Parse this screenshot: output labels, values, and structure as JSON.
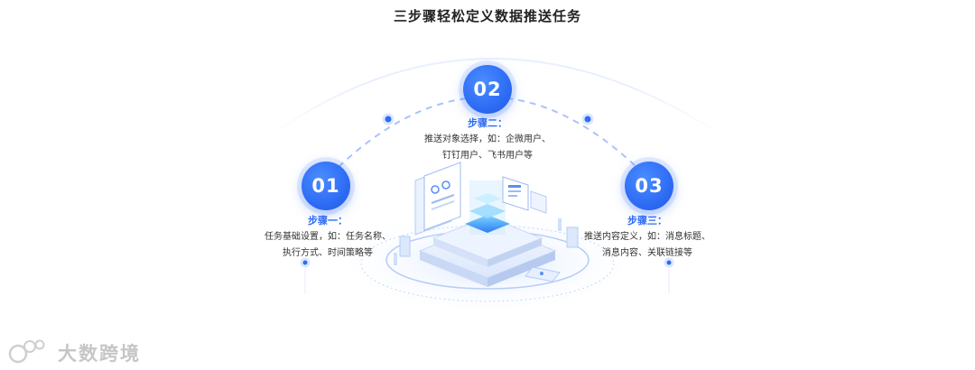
{
  "title": "三步骤轻松定义数据推送任务",
  "steps": [
    {
      "number": "01",
      "label": "步骤一：",
      "line1": "任务基础设置，如：任务名称、",
      "line2": "执行方式、时间策略等"
    },
    {
      "number": "02",
      "label": "步骤二：",
      "line1": "推送对象选择，如：企微用户、",
      "line2": "钉钉用户、飞书用户等"
    },
    {
      "number": "03",
      "label": "步骤三：",
      "line1": "推送内容定义，如：消息标题、",
      "line2": "消息内容、关联链接等"
    }
  ],
  "watermark": "大数跨境",
  "colors": {
    "accent": "#2e6cf5",
    "light": "#dbe7ff",
    "text": "#333333"
  }
}
